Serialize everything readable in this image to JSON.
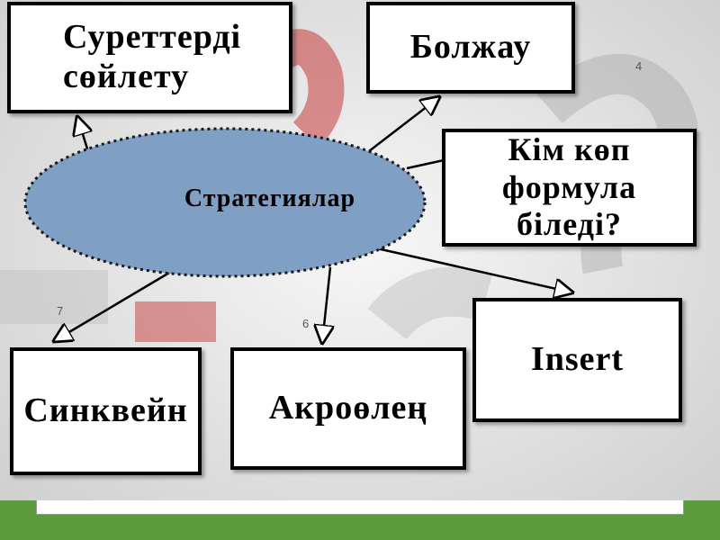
{
  "diagram": {
    "center": {
      "label": "Стратегиялар"
    },
    "boxes": {
      "suretterdi": {
        "line1": "Суреттерді",
        "line2": "сөйлету"
      },
      "bolzhau": {
        "label": "Болжау"
      },
      "kim": {
        "line1": "Кім көп",
        "line2": "формула",
        "line3": "біледі?"
      },
      "insert": {
        "label": "Insert"
      },
      "akro": {
        "label": "Акроөлең"
      },
      "sinkveyn": {
        "label": "Синквейн"
      }
    },
    "slide_numbers": {
      "n4": "4",
      "n6": "6",
      "n7": "7"
    }
  },
  "colors": {
    "oval_fill": "#7f9fc4",
    "footer_green": "#5b9b3b",
    "background": "#e9e9e9"
  }
}
